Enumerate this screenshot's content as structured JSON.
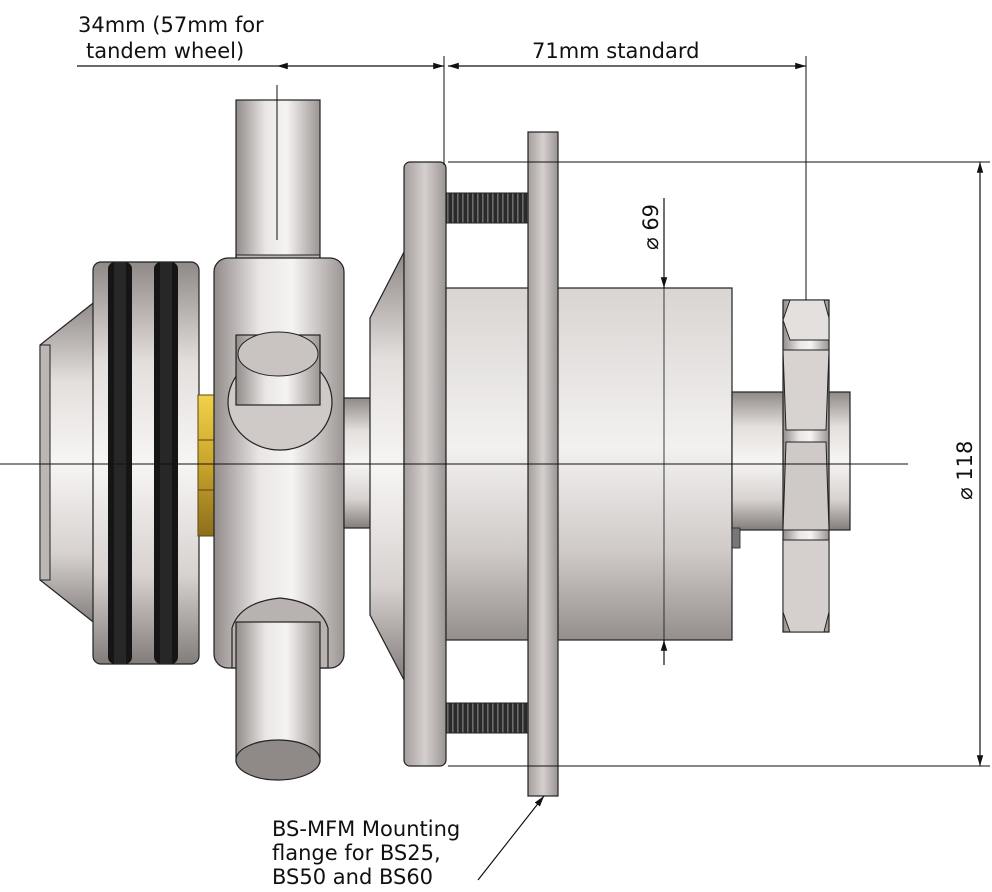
{
  "dimensions": {
    "shaft_offset_line1": "34mm (57mm for",
    "shaft_offset_line2": "tandem wheel)",
    "hub_length": "71mm standard",
    "bore_diameter": "⌀ 69",
    "flange_diameter": "⌀ 118"
  },
  "callout": {
    "line1": "BS-MFM Mounting",
    "line2": "flange for BS25,",
    "line3": "BS50 and BS60"
  },
  "colors": {
    "line": "#111111",
    "metal_light": "#f2f0ef",
    "metal_mid": "#c9c4c2",
    "metal_dark": "#8d8785",
    "ring": "#141414",
    "nut": "#d7b335"
  }
}
